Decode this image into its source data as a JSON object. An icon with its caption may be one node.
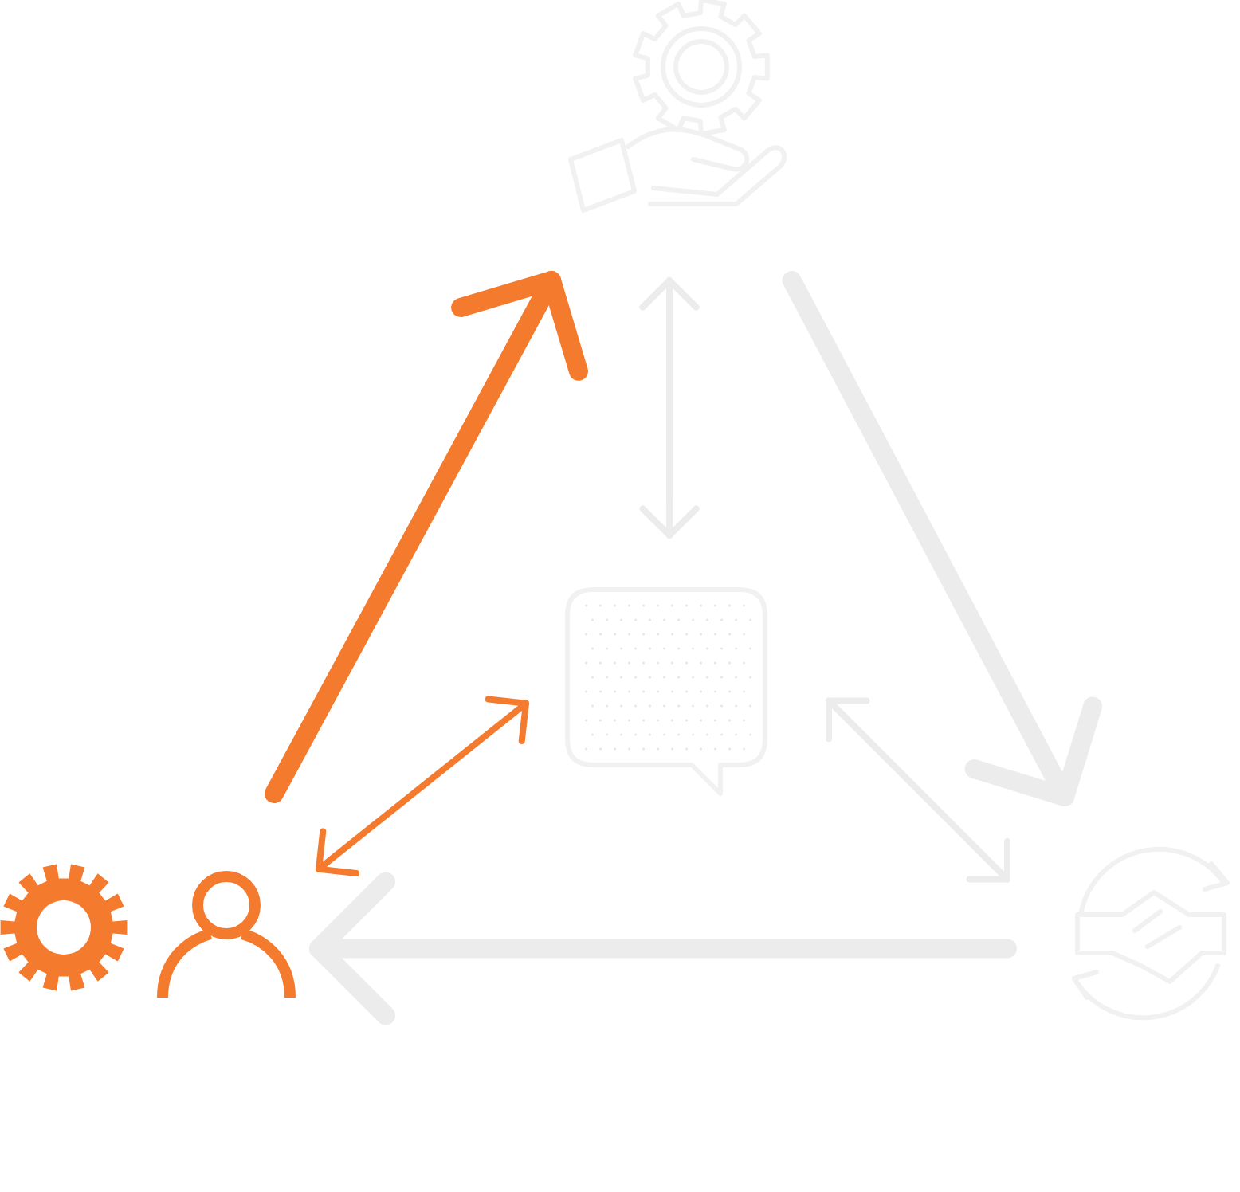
{
  "diagram": {
    "nodes": [
      {
        "text": [],
        "shape": "picture"
      },
      {
        "text": [],
        "shape": "picture"
      },
      {
        "text": [],
        "shape": "picture"
      },
      {
        "text": [],
        "shape": "person"
      }
    ],
    "edges": [
      {
        "from": 3,
        "to": 0,
        "arrow": "to",
        "style": "thick",
        "color": "#f47a2e"
      },
      {
        "from": 0,
        "to": 1,
        "arrow": "both"
      },
      {
        "from": 0,
        "to": 2,
        "arrow": "to",
        "style": "thick"
      },
      {
        "from": 1,
        "to": 2,
        "arrow": "both"
      },
      {
        "from": 2,
        "to": 3,
        "arrow": "to",
        "style": "thick"
      },
      {
        "from": 3,
        "to": 1,
        "arrow": "both",
        "color": "#f47a2e"
      }
    ]
  }
}
